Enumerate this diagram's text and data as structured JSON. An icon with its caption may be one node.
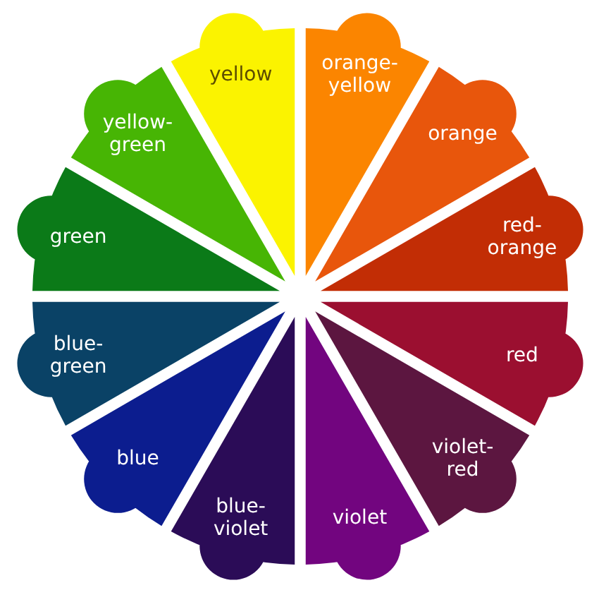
{
  "diagram": {
    "nodes": [
      {
        "text": [
          "yellow"
        ]
      },
      {
        "text": [
          "orange-yellow"
        ]
      },
      {
        "text": [
          "orange"
        ]
      },
      {
        "text": [
          "red-orange"
        ]
      },
      {
        "text": [
          "red"
        ]
      },
      {
        "text": [
          "violet-red"
        ]
      },
      {
        "text": [
          "violet"
        ]
      },
      {
        "text": [
          "blue-violet"
        ]
      },
      {
        "text": [
          "blue"
        ]
      },
      {
        "text": [
          "blue-green"
        ]
      },
      {
        "text": [
          "green"
        ]
      },
      {
        "text": [
          "yellow-green"
        ]
      }
    ]
  }
}
